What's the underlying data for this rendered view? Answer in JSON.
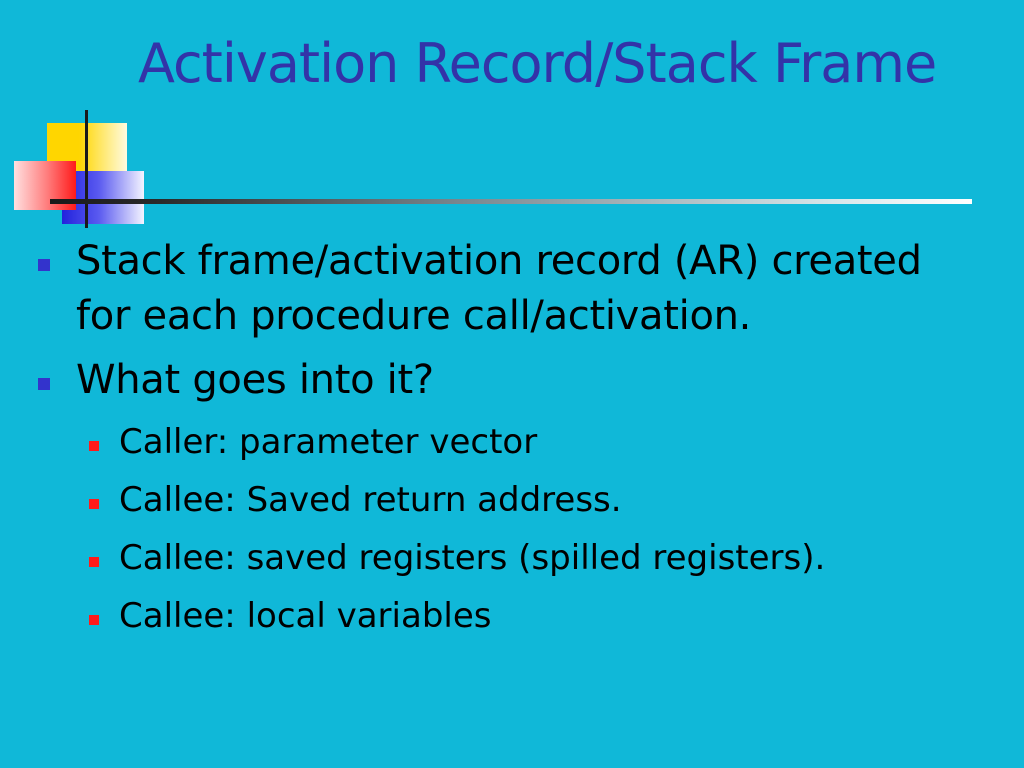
{
  "slide": {
    "title": "Activation Record/Stack Frame",
    "bullets": [
      {
        "lines": [
          "Stack frame/activation record (AR) created",
          "for each procedure call/activation."
        ]
      },
      {
        "lines": [
          "What goes into it?"
        ],
        "subbullets": [
          "Caller: parameter vector",
          "Callee: Saved return address.",
          "Callee: saved registers (spilled registers).",
          "Callee: local variables"
        ]
      }
    ]
  },
  "colors": {
    "background": "#10b8d8",
    "title": "#3333a8",
    "bullet_level1": "#3333cc",
    "bullet_level2": "#ff1a1a"
  }
}
